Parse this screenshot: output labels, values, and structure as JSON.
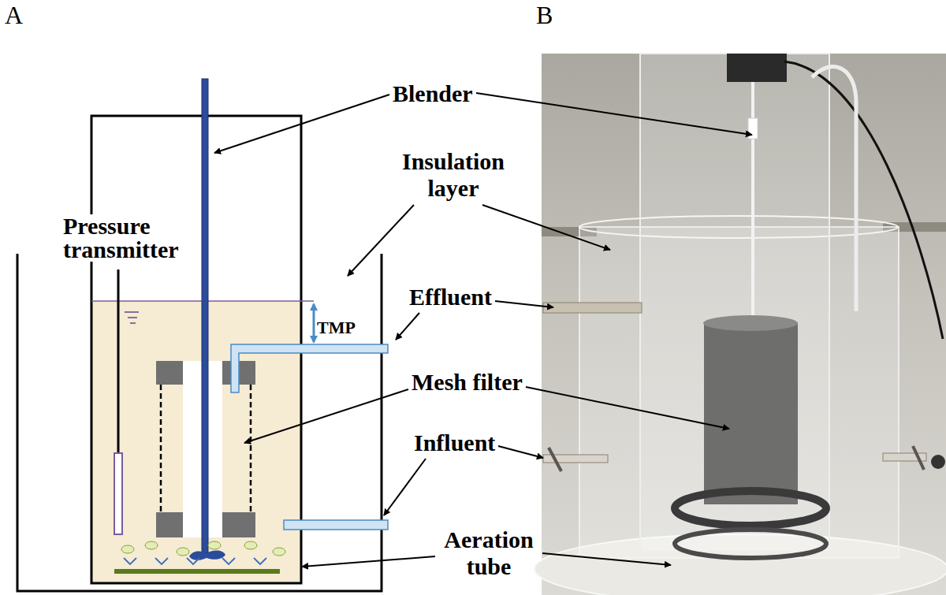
{
  "diagram": {
    "labels": [
      "A",
      "B",
      "Blender",
      "Insulation layer",
      "Pressure transmitter",
      "Effluent",
      "TMP",
      "Mesh filter",
      "Influent",
      "Aeration tube"
    ]
  }
}
